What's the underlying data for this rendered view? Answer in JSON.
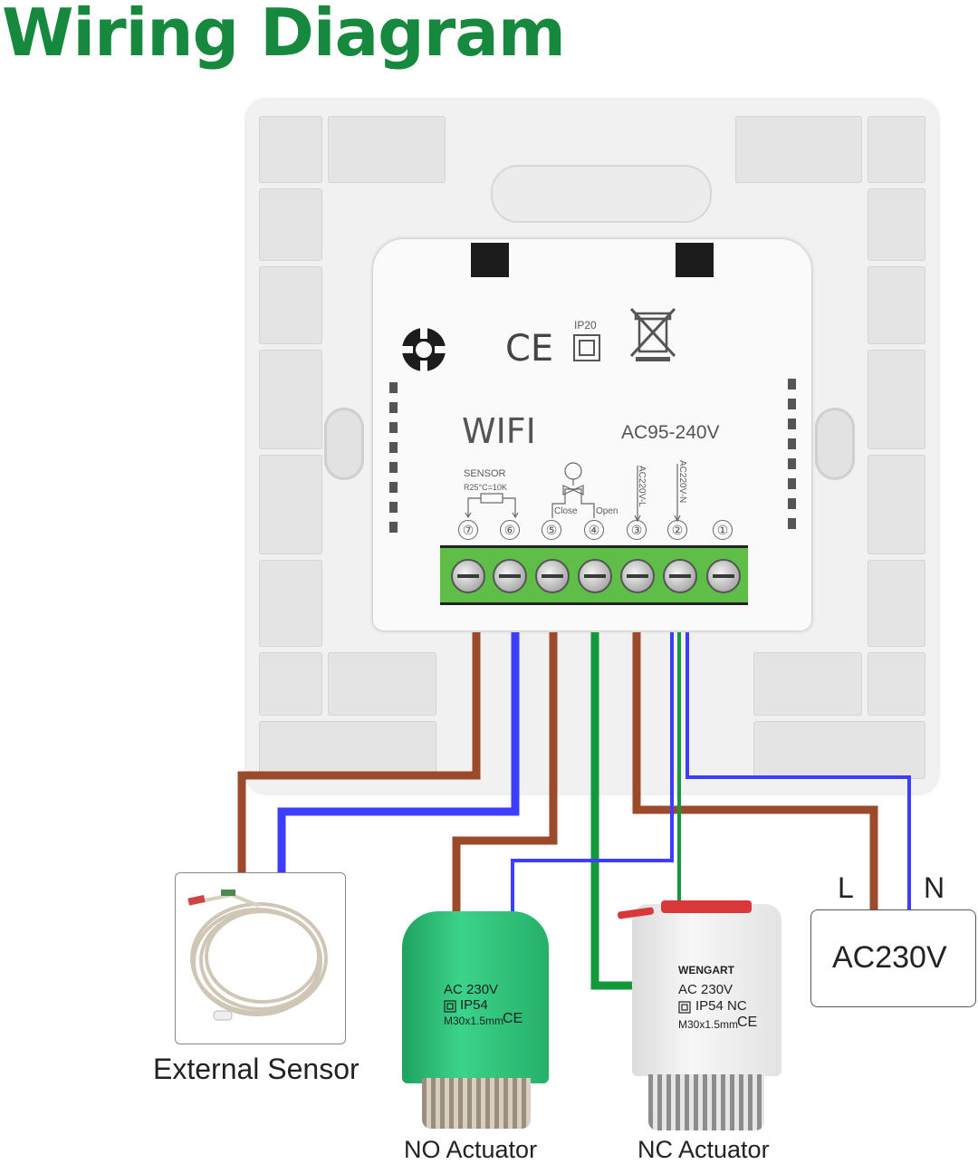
{
  "title": "Wiring Diagram",
  "module": {
    "ce_mark": "CE",
    "ip_rating": "IP20",
    "wifi": "WIFI",
    "voltage": "AC95-240V",
    "sensor_label": "SENSOR",
    "sensor_spec": "R25°C=10K",
    "close_label": "Close",
    "open_label": "Open",
    "l_label": "AC220V-L",
    "n_label": "AC220V-N",
    "terminals": [
      "⑦",
      "⑥",
      "⑤",
      "④",
      "③",
      "②",
      "①"
    ]
  },
  "labels": {
    "external_sensor": "External Sensor",
    "no_actuator": "NO Actuator",
    "nc_actuator": "NC Actuator",
    "l": "L",
    "n": "N",
    "ac230v": "AC230V"
  },
  "no_act": {
    "line1": "AC 230V",
    "line2": "IP54",
    "line3": "M30x1.5mm",
    "mark": "CE"
  },
  "nc_act": {
    "brand": "WENGART",
    "line1": "AC 230V",
    "line2": "IP54 NC",
    "line3": "M30x1.5mm",
    "mark": "CE"
  },
  "colors": {
    "title": "#16893e",
    "brown": "#9c4a2c",
    "blue": "#3d3dff",
    "green": "#13993a"
  }
}
